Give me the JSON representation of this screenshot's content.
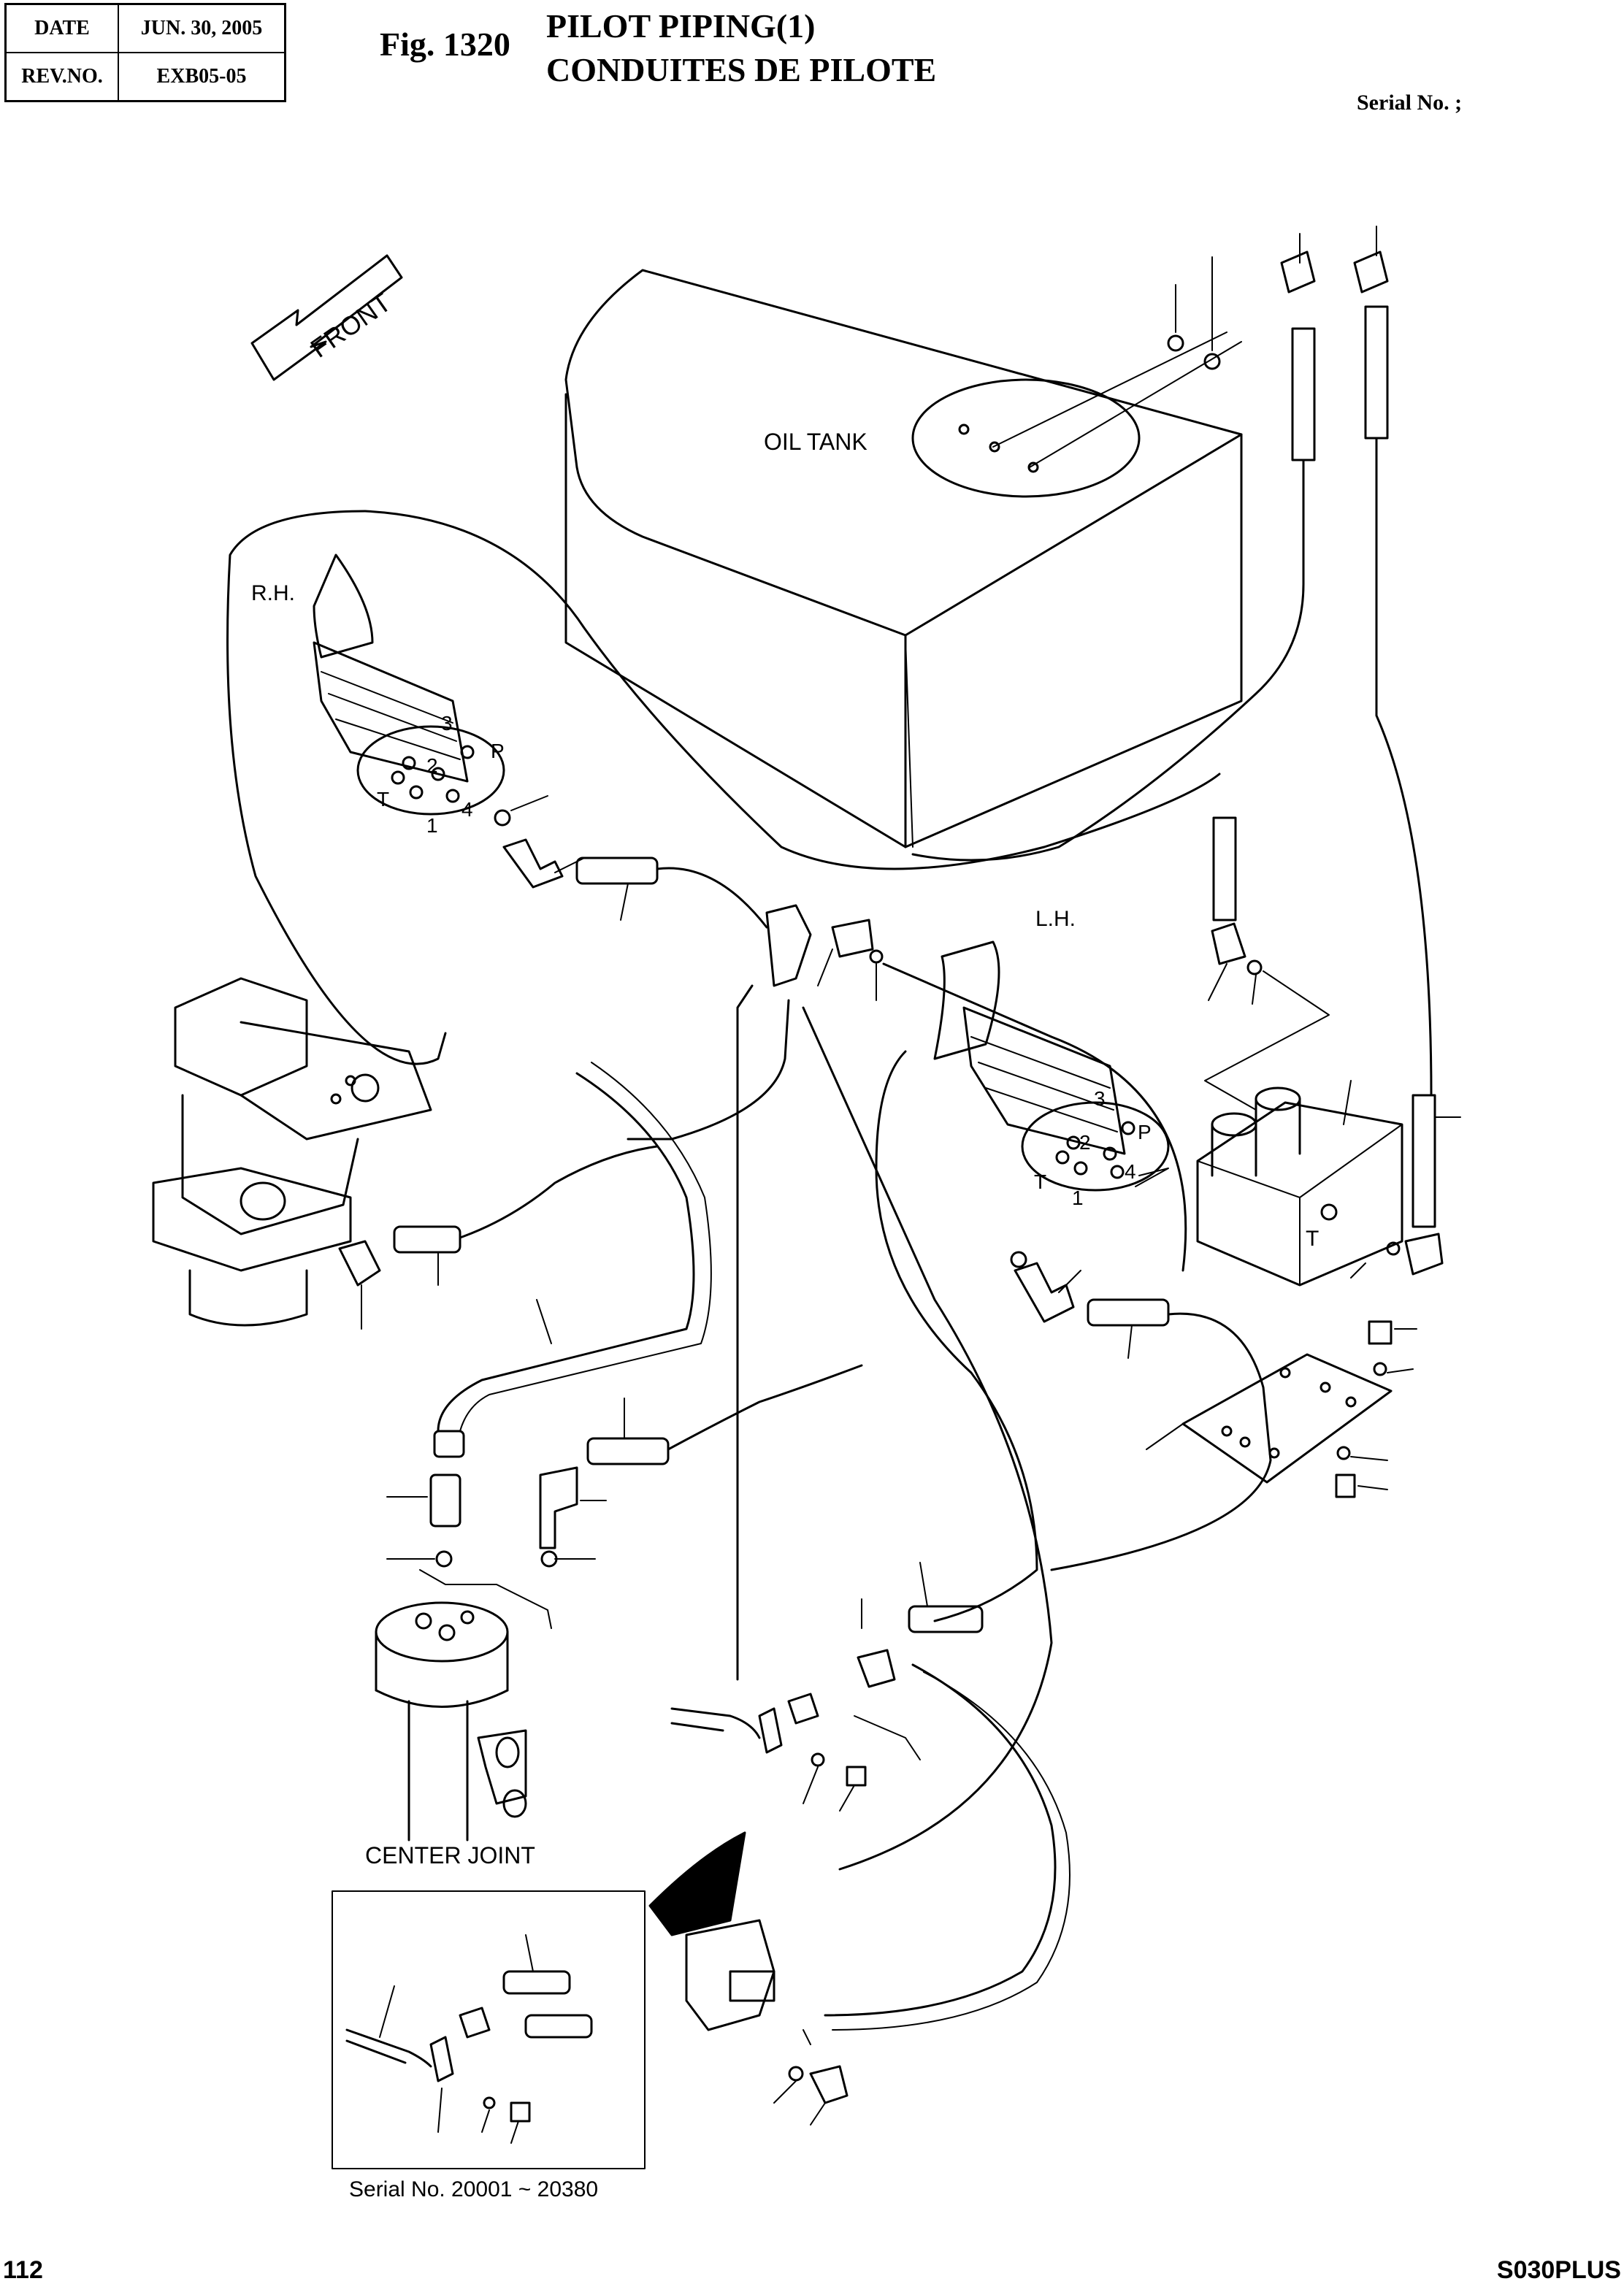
{
  "header": {
    "date_label": "DATE",
    "date_value": "JUN. 30, 2005",
    "rev_label": "REV.NO.",
    "rev_value": "EXB05-05"
  },
  "figure": {
    "number": "Fig. 1320",
    "title_en": "PILOT PIPING(1)",
    "title_fr": "CONDUITES DE PILOTE",
    "serial_label": "Serial No. ;"
  },
  "diagram": {
    "front": "FRONT",
    "oil_tank": "OIL TANK",
    "rh": "R.H.",
    "lh": "L.H.",
    "center_joint": "CENTER JOINT",
    "port_3": "3",
    "port_2": "2",
    "port_p": "P",
    "port_t": "T",
    "port_4": "4",
    "port_1": "1",
    "valve_t": "T",
    "inset_serial": "Serial No. 20001 ~ 20380"
  },
  "footer": {
    "page": "112",
    "model": "S030PLUS"
  }
}
